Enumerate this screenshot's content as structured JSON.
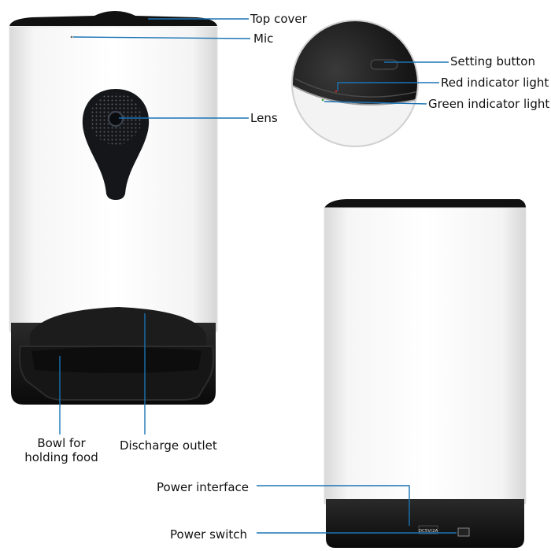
{
  "labels": {
    "top_cover": "Top cover",
    "mic": "Mic",
    "lens": "Lens",
    "setting_button": "Setting button",
    "red_indicator": "Red indicator light",
    "green_indicator": "Green indicator light",
    "bowl": "Bowl for holding food",
    "discharge_outlet": "Discharge outlet",
    "power_interface": "Power interface",
    "power_switch": "Power switch",
    "port_text": "DC5V/2A"
  },
  "colors": {
    "leader_line": "#1a73b5",
    "body_white": "#ffffff",
    "body_dark": "#111111"
  }
}
